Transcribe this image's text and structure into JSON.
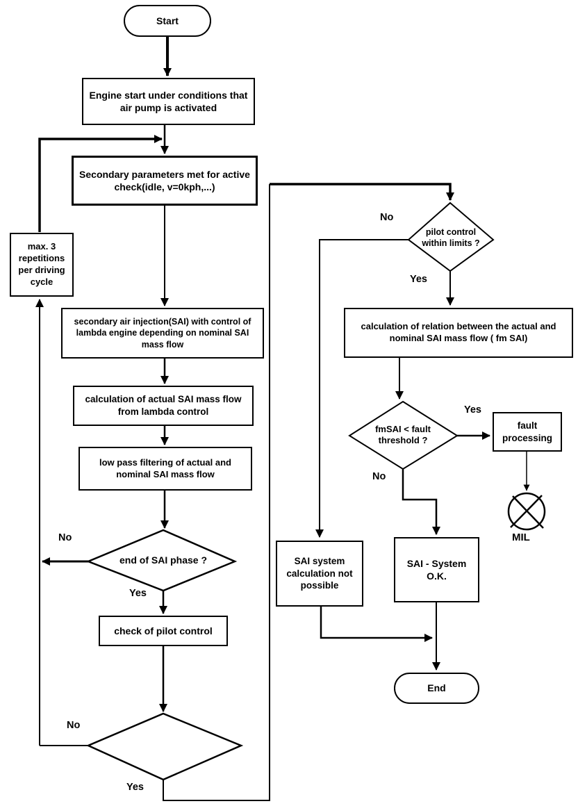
{
  "nodes": {
    "start": "Start",
    "engine_start": "Engine start under conditions that air pump is activated",
    "secondary_params": "Secondary parameters met for active check(idle, v=0kph,...)",
    "max_repetitions": "max. 3 repetitions per driving cycle",
    "sai_injection": "secondary air injection(SAI) with control of lambda engine depending on nominal SAI mass flow",
    "calc_actual": "calculation of actual SAI mass flow from lambda control",
    "low_pass": "low pass filtering of actual and nominal SAI mass flow",
    "end_sai_phase": "end of SAI phase ?",
    "check_pilot": "check of pilot control",
    "pilot_within_limits": "pilot control within limits ?",
    "calc_relation": "calculation of relation between the actual and nominal SAI mass flow ( fm SAI)",
    "fmsai_threshold": "fmSAI < fault threshold ?",
    "fault_processing": "fault processing",
    "sai_calc_not_possible": "SAI system calculation not possible",
    "sai_ok": "SAI - System O.K.",
    "end": "End",
    "mil": "MIL"
  },
  "edge_labels": {
    "end_sai_no": "No",
    "end_sai_yes": "Yes",
    "bottom_no": "No",
    "bottom_yes": "Yes",
    "pilot_no": "No",
    "pilot_yes": "Yes",
    "fmsai_yes": "Yes",
    "fmsai_no": "No"
  },
  "colors": {
    "line": "#000000",
    "background": "#ffffff"
  }
}
